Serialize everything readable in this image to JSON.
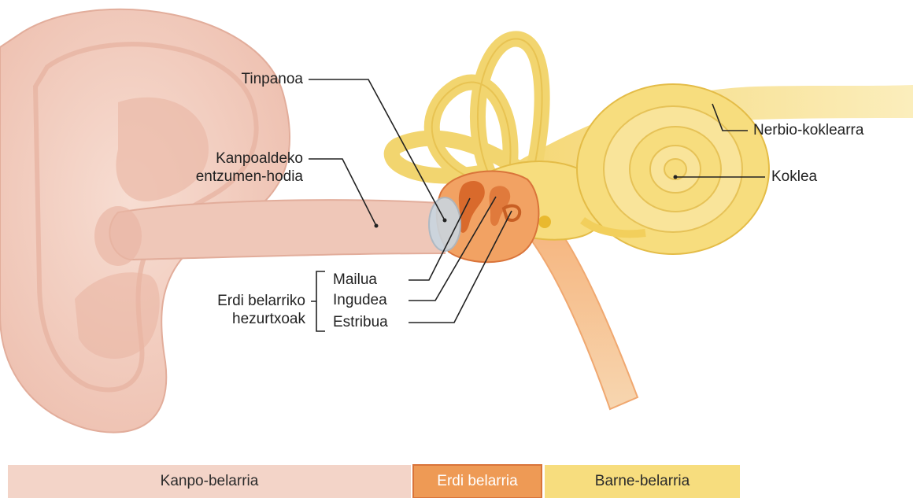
{
  "colors": {
    "outer_ear": "#f3d4c8",
    "outer_ear_dark": "#e6b6a6",
    "middle_ear": "#ee9a55",
    "middle_ear_dark": "#d9743a",
    "inner_ear": "#f7dd7e",
    "inner_ear_dark": "#e4bc47",
    "line": "#222222"
  },
  "labels": {
    "tympanum": "Tinpanoa",
    "ear_canal_line1": "Kanpoaldeko",
    "ear_canal_line2": "entzumen-hodia",
    "ossicles_line1": "Erdi belarriko",
    "ossicles_line2": "hezurtxoak",
    "malleus": "Mailua",
    "incus": "Ingudea",
    "stapes": "Estribua",
    "cochlear_nerve": "Nerbio-koklearra",
    "cochlea": "Koklea"
  },
  "regions": {
    "outer": "Kanpo-belarria",
    "middle": "Erdi belarria",
    "inner": "Barne-belarria"
  }
}
